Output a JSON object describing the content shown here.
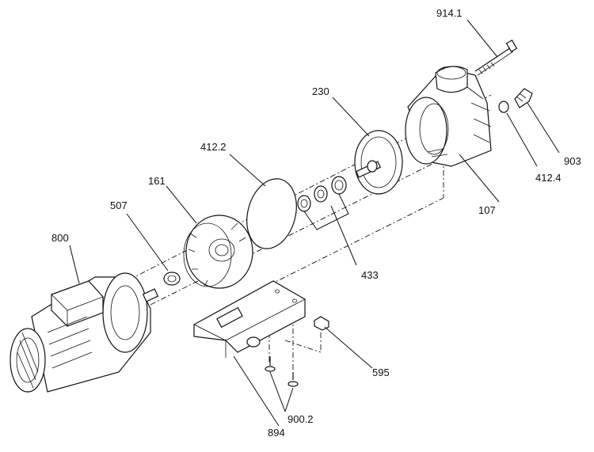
{
  "labels": {
    "l914_1": "914.1",
    "l230": "230",
    "l412_2": "412.2",
    "l161": "161",
    "l507": "507",
    "l800": "800",
    "l903": "903",
    "l412_4": "412.4",
    "l107": "107",
    "l433": "433",
    "l595": "595",
    "l894": "894",
    "l900_2": "900.2"
  }
}
